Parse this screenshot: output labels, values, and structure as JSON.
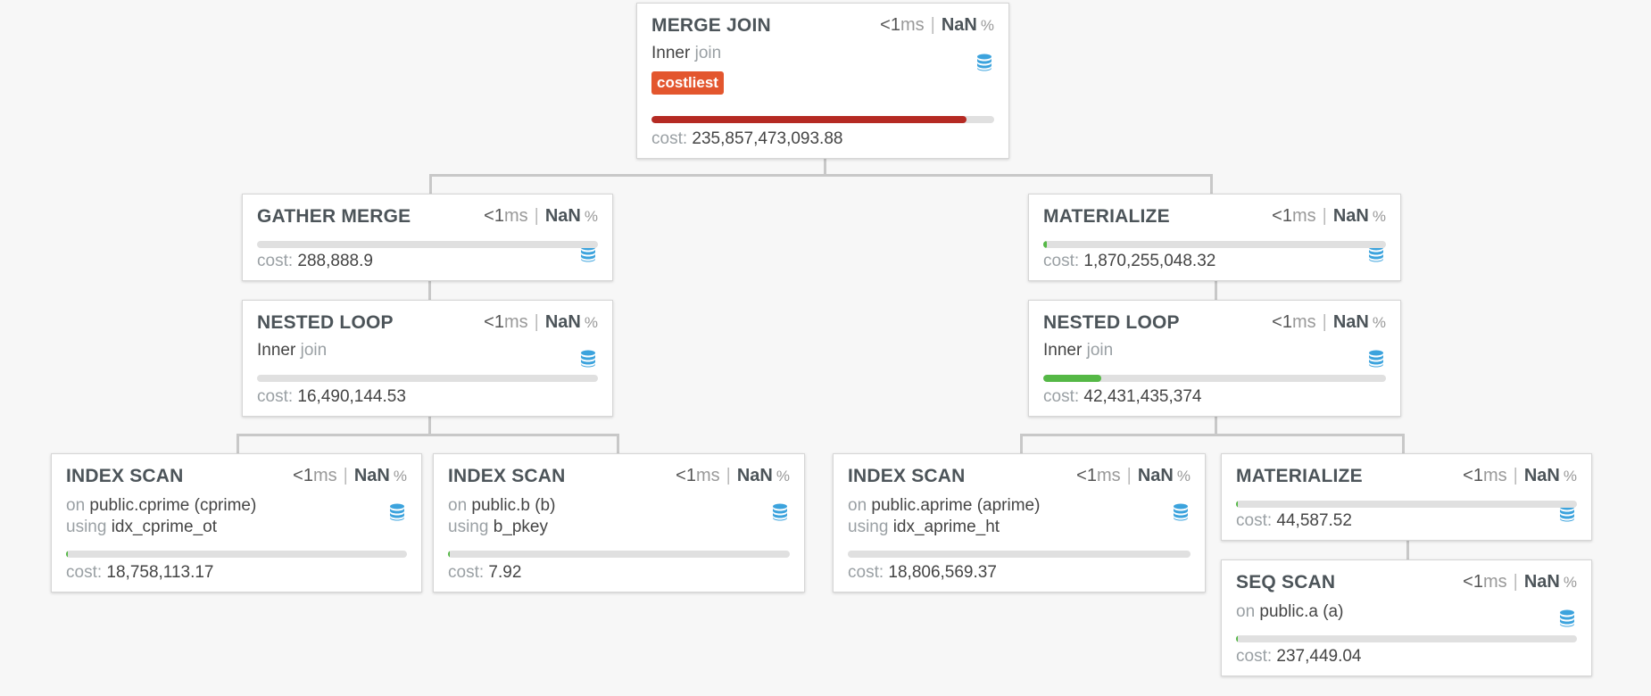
{
  "colors": {
    "bar_track": "#e0e0e0",
    "fill_red": "#b52a23",
    "fill_green": "#55b846",
    "badge": "#e3562e",
    "db_icon": "#3ca3dd"
  },
  "icons": {
    "database": "database-icon"
  },
  "labels": {
    "ms_unit": "ms",
    "pct_sign": "%",
    "cost_label": "cost:",
    "join_word": "join",
    "on_word": "on",
    "using_word": "using"
  },
  "nodes": {
    "merge_join": {
      "title": "MERGE JOIN",
      "time": "<1",
      "percent": "NaN",
      "join_type": "Inner",
      "badge": "costliest",
      "cost": "235,857,473,093.88",
      "cost_fraction": 0.92
    },
    "gather_merge": {
      "title": "GATHER MERGE",
      "time": "<1",
      "percent": "NaN",
      "cost": "288,888.9",
      "cost_fraction": 0.0
    },
    "nested_loop_left": {
      "title": "NESTED LOOP",
      "time": "<1",
      "percent": "NaN",
      "join_type": "Inner",
      "cost": "16,490,144.53",
      "cost_fraction": 0.0
    },
    "index_scan_cprime": {
      "title": "INDEX SCAN",
      "time": "<1",
      "percent": "NaN",
      "on": "public.cprime (cprime)",
      "using": "idx_cprime_ot",
      "cost": "18,758,113.17",
      "cost_fraction": 0.005
    },
    "index_scan_b": {
      "title": "INDEX SCAN",
      "time": "<1",
      "percent": "NaN",
      "on": "public.b (b)",
      "using": "b_pkey",
      "cost": "7.92",
      "cost_fraction": 0.005
    },
    "materialize_top": {
      "title": "MATERIALIZE",
      "time": "<1",
      "percent": "NaN",
      "cost": "1,870,255,048.32",
      "cost_fraction": 0.01
    },
    "nested_loop_right": {
      "title": "NESTED LOOP",
      "time": "<1",
      "percent": "NaN",
      "join_type": "Inner",
      "cost": "42,431,435,374",
      "cost_fraction": 0.17
    },
    "index_scan_aprime": {
      "title": "INDEX SCAN",
      "time": "<1",
      "percent": "NaN",
      "on": "public.aprime (aprime)",
      "using": "idx_aprime_ht",
      "cost": "18,806,569.37",
      "cost_fraction": 0.0
    },
    "materialize_bottom": {
      "title": "MATERIALIZE",
      "time": "<1",
      "percent": "NaN",
      "cost": "44,587.52",
      "cost_fraction": 0.005
    },
    "seq_scan_a": {
      "title": "SEQ SCAN",
      "time": "<1",
      "percent": "NaN",
      "on": "public.a (a)",
      "cost": "237,449.04",
      "cost_fraction": 0.005
    }
  }
}
